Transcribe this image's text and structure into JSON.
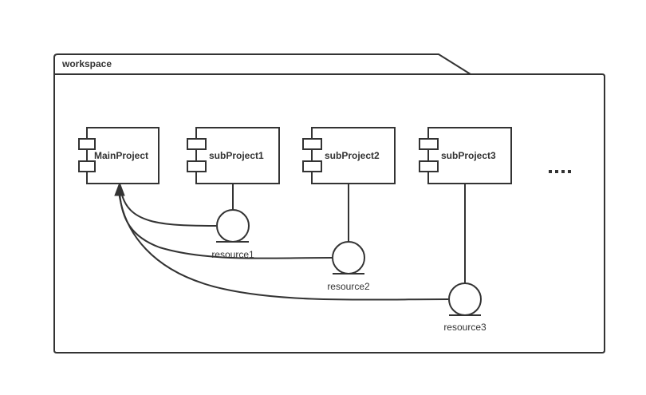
{
  "diagram": {
    "package": {
      "name": "workspace"
    },
    "components": [
      {
        "id": "main",
        "label": "MainProject"
      },
      {
        "id": "sub1",
        "label": "subProject1"
      },
      {
        "id": "sub2",
        "label": "subProject2"
      },
      {
        "id": "sub3",
        "label": "subProject3"
      }
    ],
    "more_indicator": "....",
    "resources": [
      {
        "id": "r1",
        "label": "resource1",
        "owner": "sub1"
      },
      {
        "id": "r2",
        "label": "resource2",
        "owner": "sub2"
      },
      {
        "id": "r3",
        "label": "resource3",
        "owner": "sub3"
      }
    ],
    "dependencies": [
      {
        "from": "r1",
        "to": "main",
        "arrow": "filled"
      },
      {
        "from": "r2",
        "to": "main",
        "arrow": "filled"
      },
      {
        "from": "r3",
        "to": "main",
        "arrow": "filled"
      }
    ],
    "colors": {
      "stroke": "#333333",
      "background": "#ffffff"
    }
  }
}
